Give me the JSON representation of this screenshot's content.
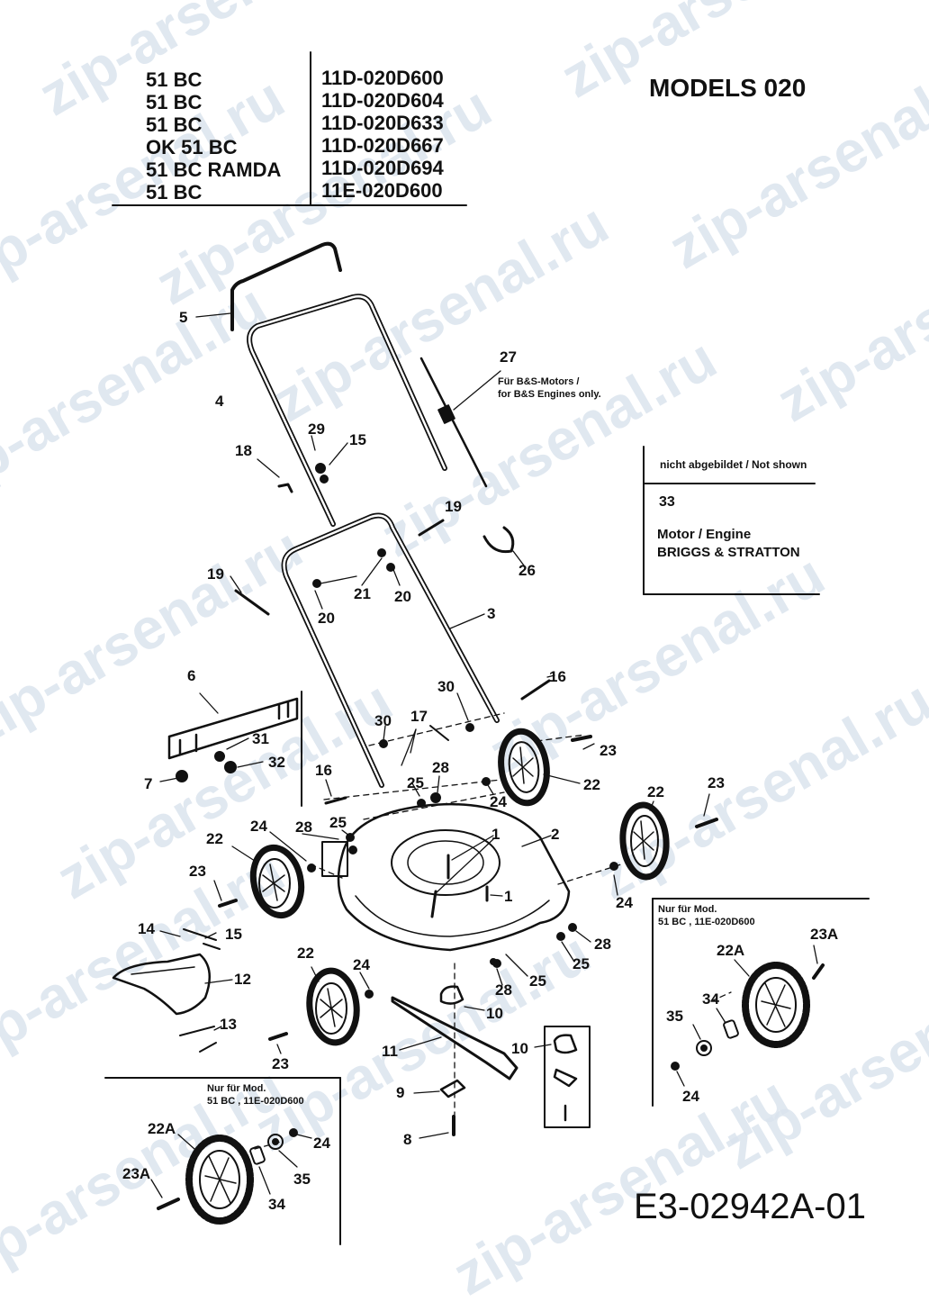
{
  "models_table": {
    "names": [
      "51 BC",
      "51 BC",
      "51 BC",
      "OK 51 BC",
      "51 BC RAMDA",
      "51 BC"
    ],
    "codes": [
      "11D-020D600",
      "11D-020D604",
      "11D-020D633",
      "11D-020D667",
      "11D-020D694",
      "11E-020D600"
    ]
  },
  "title": "MODELS 020",
  "drawing_code": "E3-02942A-01",
  "watermark": "zip-arsenal.ru",
  "not_shown": {
    "header": "nicht abgebildet / Not shown",
    "number": "33",
    "line1": "Motor / Engine",
    "line2": "BRIGGS & STRATTON"
  },
  "note_27": {
    "line1": "Für B&S-Motors /",
    "line2": "for B&S Engines only."
  },
  "inset_right_note": {
    "line1": "Nur für Mod.",
    "line2": "51 BC  , 11E-020D600"
  },
  "inset_left_note": {
    "line1": "Nur für Mod.",
    "line2": "51 BC  , 11E-020D600"
  },
  "parts": {
    "p1": "1",
    "p2": "2",
    "p3": "3",
    "p4": "4",
    "p5": "5",
    "p6": "6",
    "p7": "7",
    "p8": "8",
    "p9": "9",
    "p10": "10",
    "p11": "11",
    "p12": "12",
    "p13": "13",
    "p14": "14",
    "p15": "15",
    "p16": "16",
    "p17": "17",
    "p18": "18",
    "p19": "19",
    "p20": "20",
    "p21": "21",
    "p22": "22",
    "p22a": "22A",
    "p23": "23",
    "p23a": "23A",
    "p24": "24",
    "p25": "25",
    "p26": "26",
    "p27": "27",
    "p28": "28",
    "p29": "29",
    "p30": "30",
    "p31": "31",
    "p32": "32",
    "p34": "34",
    "p35": "35"
  }
}
